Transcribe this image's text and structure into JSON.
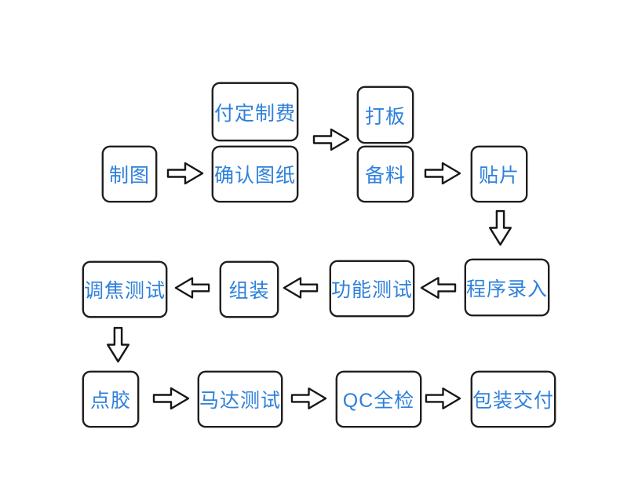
{
  "diagram": {
    "title": "production-process-flowchart",
    "colors": {
      "node_text": "#2e80db",
      "node_border": "#1f1f1f",
      "arrow_stroke": "#161616",
      "background": "#ffffff"
    },
    "nodes": {
      "pay_fee": {
        "label": "付定制费"
      },
      "drafting": {
        "label": "制图"
      },
      "confirm_drawing": {
        "label": "确认图纸"
      },
      "board_proto": {
        "label": "打板"
      },
      "materials": {
        "label": "备料"
      },
      "smt": {
        "label": "贴片"
      },
      "program_entry": {
        "label": "程序录入"
      },
      "function_test": {
        "label": "功能测试"
      },
      "assembly": {
        "label": "组装"
      },
      "focus_test": {
        "label": "调焦测试"
      },
      "glue": {
        "label": "点胶"
      },
      "motor_test": {
        "label": "马达测试"
      },
      "qc_full": {
        "label": "QC全检"
      },
      "packaging": {
        "label": "包装交付"
      }
    },
    "flow_order": [
      "制图",
      "确认图纸 / 付定制费",
      "打板 / 备料",
      "贴片",
      "程序录入",
      "功能测试",
      "组装",
      "调焦测试",
      "点胶",
      "马达测试",
      "QC全检",
      "包装交付"
    ]
  }
}
